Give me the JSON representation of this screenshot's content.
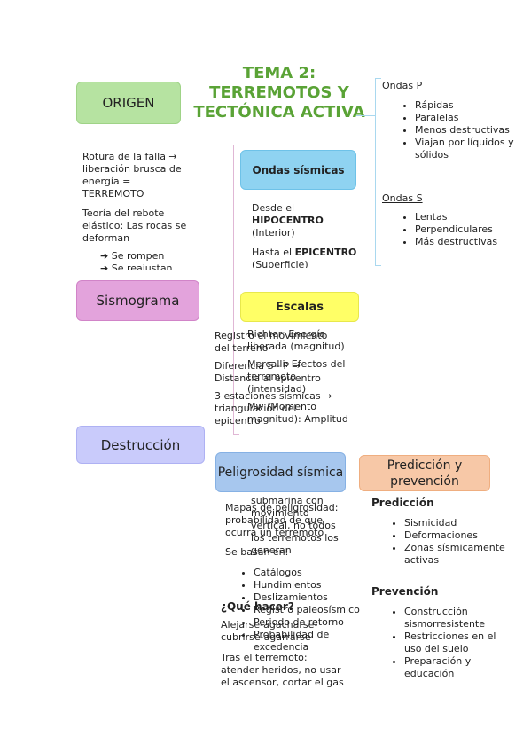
{
  "title": "TEMA 2:\nTERREMOTOS Y\nTECTÓNICA ACTIVA",
  "colors": {
    "title": "#5aa336",
    "origen": "#b6e3a1",
    "ondas": "#8fd3f1",
    "escalas": "#ffff66",
    "sismograma": "#e3a3dc",
    "destruccion": "#c9cbfb",
    "peligrosidad": "#a7c7ee",
    "prediccion": "#f7c8a7"
  },
  "origen": {
    "label": "ORIGEN",
    "rotura": "Rotura de la falla → liberación brusca de energía = TERREMOTO",
    "teoria": "Teoría del rebote elástico: Las rocas se deforman",
    "steps": [
      "➔  Se rompen",
      "➔  Se reajustan"
    ]
  },
  "ondas_sismicas": {
    "label": "Ondas sísmicas",
    "desde_1": "Desde el ",
    "desde_bold": "HIPOCENTRO",
    "desde_2": "(Interior)",
    "hasta_1": "Hasta el ",
    "hasta_bold": "EPICENTRO",
    "hasta_2": "(Superficie)"
  },
  "ondas_p": {
    "heading": "Ondas P",
    "items": [
      "Rápidas",
      "Paralelas",
      "Menos destructivas",
      "Viajan por líquidos y sólidos"
    ]
  },
  "ondas_s": {
    "heading": "Ondas S",
    "items": [
      "Lentas",
      "Perpendiculares",
      "Más destructivas"
    ]
  },
  "sismograma": {
    "label": "Sismograma",
    "lines": [
      "Registro el movimiento del terreno",
      "Diferencia S - P → Distancia al epicentro",
      "3 estaciones sísmicas → triangulación del epicentro"
    ]
  },
  "escalas": {
    "label": "Escalas",
    "lines": [
      "Richter: Energía liberada (magnitud)",
      "Mercalli: Efectos del terremoto (intensidad)",
      "Mw (Momento magnitud): Amplitud"
    ]
  },
  "destruccion": {
    "label": "Destrucción"
  },
  "peligrosidad": {
    "label": "Peligrosidad sísmica",
    "over": [
      "submarina con movimiento vertical, no todos los terremotos los generan"
    ],
    "mapas": "Mapas de peligrosidad: probabilidad de que ocurra un terremoto",
    "se_basan": "Se basan en:",
    "items": [
      "Catálogos",
      "Hundimientos",
      "Deslizamientos",
      "Registro paleosísmico",
      "Periodo de retorno",
      "Probabilidad de excedencia"
    ],
    "que_hacer": "¿Qué hacer?",
    "alejarse": "Alejarse-agacharse-cubrirse-agarrarse",
    "tras": "Tras el terremoto: atender heridos, no usar el ascensor, cortar el gas"
  },
  "prediccion": {
    "label": "Predicción y prevención",
    "pred_heading": "Predicción",
    "pred_items": [
      "Sismicidad",
      "Deformaciones",
      "Zonas sísmicamente activas"
    ],
    "prev_heading": "Prevención",
    "prev_items": [
      "Construcción sismorresistente",
      "Restricciones en el uso del suelo",
      "Preparación y educación"
    ]
  }
}
